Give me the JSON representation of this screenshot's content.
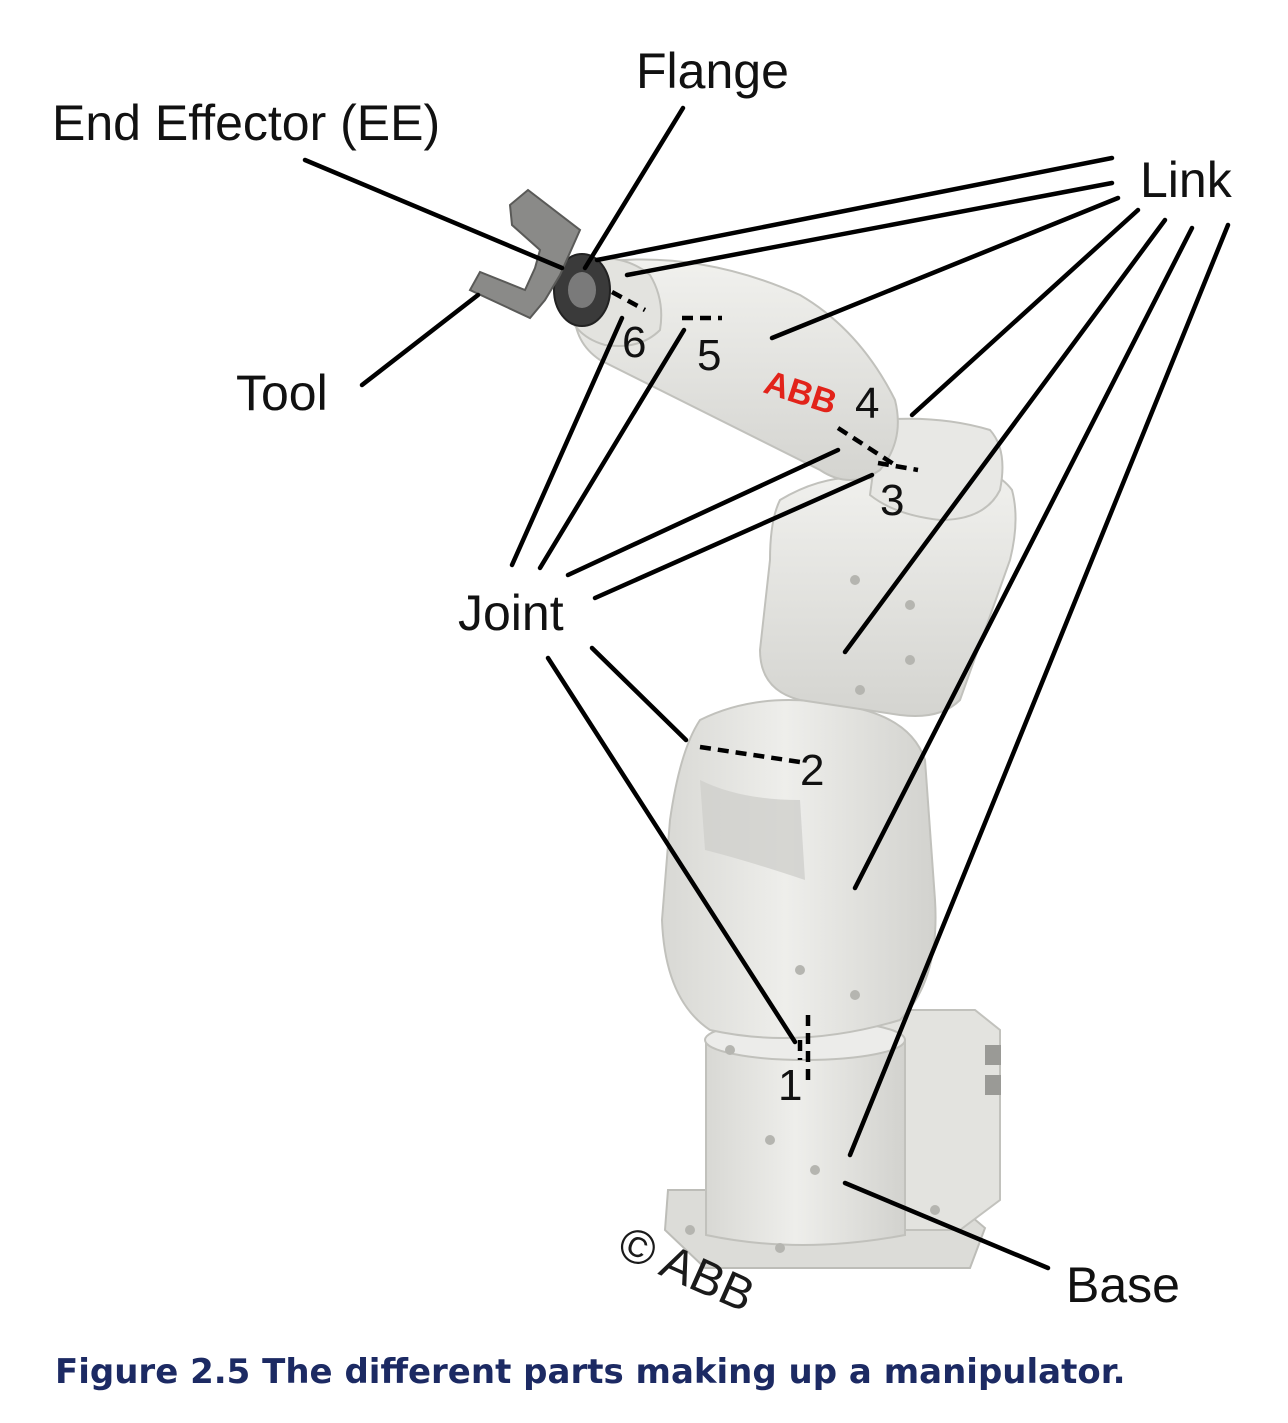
{
  "labels": {
    "flange": "Flange",
    "end_effector": "End Effector (EE)",
    "link": "Link",
    "tool": "Tool",
    "joint": "Joint",
    "base": "Base"
  },
  "joint_numbers": [
    "1",
    "2",
    "3",
    "4",
    "5",
    "6"
  ],
  "brand_logo": "ABB",
  "copyright": "© ABB",
  "caption": "Figure 2.5 The different parts making up a manipulator.",
  "colors": {
    "robot_body": "#e6e6e3",
    "robot_shadow": "#c9c9c5",
    "logo_red": "#e2231a",
    "caption_navy": "#1c2a63",
    "annotation_line": "#000000"
  }
}
